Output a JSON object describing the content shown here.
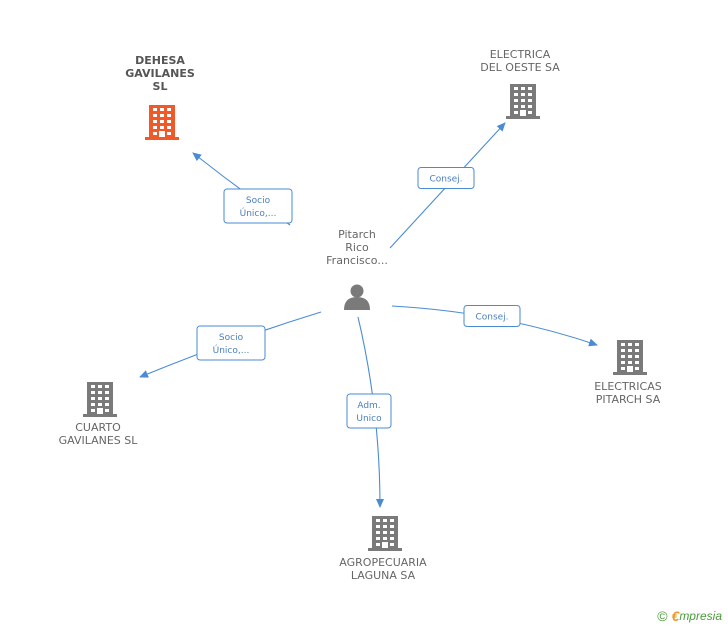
{
  "center": {
    "id": "person",
    "label_lines": [
      "Pitarch",
      "Rico",
      "Francisco..."
    ],
    "icon": "person-icon"
  },
  "nodes": [
    {
      "id": "dehesa",
      "label_lines": [
        "DEHESA",
        "GAVILANES",
        "SL"
      ],
      "highlight": true,
      "icon": "building-icon"
    },
    {
      "id": "electrica",
      "label_lines": [
        "ELECTRICA",
        "DEL OESTE SA"
      ],
      "highlight": false,
      "icon": "building-icon"
    },
    {
      "id": "electricas",
      "label_lines": [
        "ELECTRICAS",
        "PITARCH SA"
      ],
      "highlight": false,
      "icon": "building-icon"
    },
    {
      "id": "cuarto",
      "label_lines": [
        "CUARTO",
        "GAVILANES SL"
      ],
      "highlight": false,
      "icon": "building-icon"
    },
    {
      "id": "agropecuaria",
      "label_lines": [
        "AGROPECUARIA",
        "LAGUNA SA"
      ],
      "highlight": false,
      "icon": "building-icon"
    }
  ],
  "edges": [
    {
      "to": "dehesa",
      "label_lines": [
        "Socio",
        "Único,..."
      ]
    },
    {
      "to": "electrica",
      "label_lines": [
        "Consej."
      ]
    },
    {
      "to": "electricas",
      "label_lines": [
        "Consej."
      ]
    },
    {
      "to": "cuarto",
      "label_lines": [
        "Socio",
        "Único,..."
      ]
    },
    {
      "to": "agropecuaria",
      "label_lines": [
        "Adm.",
        "Unico"
      ]
    }
  ],
  "footer": {
    "copyright": "©",
    "brand_first": "€",
    "brand_rest": "mpresia"
  },
  "colors": {
    "edge": "#4a8bd4",
    "building": "#7a7a7a",
    "highlight": "#f05a28"
  }
}
